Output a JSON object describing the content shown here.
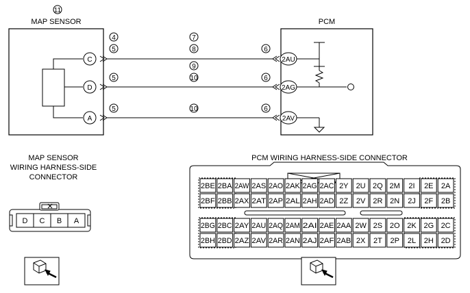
{
  "map_sensor": {
    "ref_number": "11",
    "title": "MAP SENSOR",
    "pins": [
      "C",
      "D",
      "A"
    ]
  },
  "pcm": {
    "title": "PCM",
    "pins": [
      "2AU",
      "2AG",
      "2AV"
    ]
  },
  "wires": [
    {
      "sensor_refs": [
        "4",
        "5"
      ],
      "mid_refs": [
        "7",
        "8"
      ],
      "pcm_ref": "6"
    },
    {
      "sensor_refs": [
        "5"
      ],
      "mid_refs": [
        "9",
        "10"
      ],
      "pcm_ref": "6"
    },
    {
      "sensor_refs": [
        "5"
      ],
      "mid_refs": [
        "10"
      ],
      "pcm_ref": "6"
    }
  ],
  "sensor_connector": {
    "title_lines": [
      "MAP SENSOR",
      "WIRING HARNESS-SIDE",
      "CONNECTOR"
    ],
    "pins": [
      "D",
      "C",
      "B",
      "A"
    ]
  },
  "pcm_connector": {
    "title": "PCM WIRING HARNESS-SIDE CONNECTOR",
    "rows": [
      [
        "2BE",
        "2BA",
        "2AW",
        "2AS",
        "2AO",
        "2AK",
        "2AG",
        "2AC",
        "2Y",
        "2U",
        "2Q",
        "2M",
        "2I",
        "2E",
        "2A"
      ],
      [
        "2BF",
        "2BB",
        "2AX",
        "2AT",
        "2AP",
        "2AL",
        "2AH",
        "2AD",
        "2Z",
        "2V",
        "2R",
        "2N",
        "2J",
        "2F",
        "2B"
      ],
      [
        "2BG",
        "2BC",
        "2AY",
        "2AU",
        "2AQ",
        "2AM",
        "2AI",
        "2AE",
        "2AA",
        "2W",
        "2S",
        "2O",
        "2K",
        "2G",
        "2C"
      ],
      [
        "2BH",
        "2BD",
        "2AZ",
        "2AV",
        "2AR",
        "2AN",
        "2AJ",
        "2AF",
        "2AB",
        "2X",
        "2T",
        "2P",
        "2L",
        "2H",
        "2D"
      ]
    ]
  }
}
